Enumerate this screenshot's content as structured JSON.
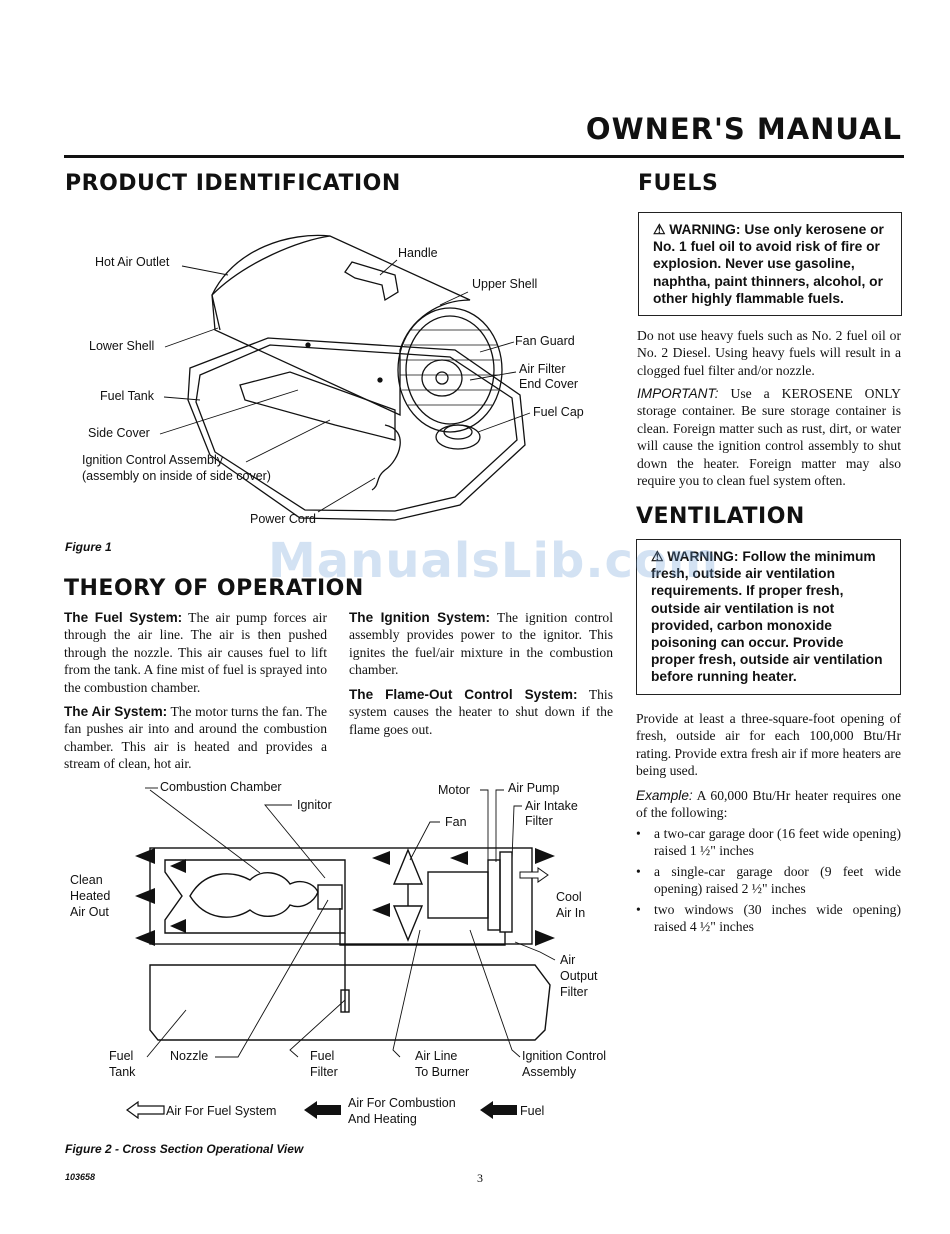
{
  "header": {
    "title": "OWNER'S MANUAL"
  },
  "sections": {
    "product_identification": "PRODUCT IDENTIFICATION",
    "theory_of_operation": "THEORY OF OPERATION",
    "fuels": "FUELS",
    "ventilation": "VENTILATION"
  },
  "figure1": {
    "caption": "Figure 1",
    "labels": {
      "handle": "Handle",
      "hot_air_outlet": "Hot Air Outlet",
      "upper_shell": "Upper Shell",
      "lower_shell": "Lower Shell",
      "fan_guard": "Fan Guard",
      "air_filter_1": "Air Filter",
      "air_filter_2": "End Cover",
      "fuel_tank": "Fuel Tank",
      "fuel_cap": "Fuel Cap",
      "side_cover": "Side Cover",
      "ignition_1": "Ignition Control Assembly",
      "ignition_2": "(assembly on inside of side cover)",
      "power_cord": "Power Cord"
    }
  },
  "theory": {
    "fuel_system_title": "The Fuel System:",
    "fuel_system_text": " The air pump forces air through the air line. The air is then pushed through the nozzle. This air causes fuel to lift from the tank. A fine mist of fuel is sprayed into the combustion chamber.",
    "air_system_title": "The Air System:",
    "air_system_text": " The motor turns the fan. The fan pushes air into and around the combustion chamber. This air is heated and provides a stream of clean, hot air.",
    "ignition_system_title": "The Ignition System:",
    "ignition_system_text": " The ignition control assembly provides power to the ignitor. This ignites the fuel/air mixture in the combustion chamber.",
    "flameout_title": "The Flame-Out Control System:",
    "flameout_text": " This system causes the heater to shut down if the flame goes out."
  },
  "figure2": {
    "caption": "Figure 2 - Cross Section Operational View",
    "labels": {
      "combustion_chamber": "Combustion Chamber",
      "ignitor": "Ignitor",
      "motor": "Motor",
      "air_pump": "Air Pump",
      "air_intake_1": "Air Intake",
      "air_intake_2": "Filter",
      "fan": "Fan",
      "clean_1": "Clean",
      "clean_2": "Heated",
      "clean_3": "Air Out",
      "cool_1": "Cool",
      "cool_2": "Air In",
      "air_output_1": "Air",
      "air_output_2": "Output",
      "air_output_3": "Filter",
      "fuel_tank_1": "Fuel",
      "fuel_tank_2": "Tank",
      "nozzle": "Nozzle",
      "fuel_filter_1": "Fuel",
      "fuel_filter_2": "Filter",
      "air_line_1": "Air Line",
      "air_line_2": "To Burner",
      "ignition_1": "Ignition Control",
      "ignition_2": "Assembly"
    },
    "legend": {
      "air_fuel_system": "Air For Fuel System",
      "air_combustion_1": "Air For Combustion",
      "air_combustion_2": "And Heating",
      "fuel": "Fuel"
    }
  },
  "fuels": {
    "warning": "WARNING: Use only kerosene or No. 1 fuel oil to avoid risk of fire or explosion. Never use gasoline, naphtha, paint thinners, alcohol, or other highly flammable fuels.",
    "p1": "Do not use heavy fuels such as No. 2 fuel oil or No. 2 Diesel. Using heavy fuels will result in a clogged fuel filter and/or nozzle.",
    "important_label": "IMPORTANT:",
    "important_text": " Use a KEROSENE ONLY storage container. Be sure storage container is clean. Foreign matter such as rust, dirt, or water will cause the ignition control assembly to shut down the heater. Foreign matter may also require you to clean fuel system often."
  },
  "ventilation": {
    "warning": "WARNING: Follow the minimum fresh, outside air ventilation requirements. If proper fresh, outside air ventilation is not provided, carbon monoxide poisoning can occur. Provide proper fresh, outside air ventilation before running heater.",
    "p1": "Provide at least a three-square-foot opening of fresh, outside air for each 100,000 Btu/Hr rating. Provide extra fresh air if more heaters are being used.",
    "example_label": "Example:",
    "example_text": " A 60,000 Btu/Hr heater requires one of the following:",
    "bullets": [
      "a two-car garage door (16 feet wide opening) raised 1 ½\" inches",
      "a single-car garage door (9 feet wide opening) raised 2 ½\" inches",
      "two windows (30 inches wide opening) raised 4 ½\" inches"
    ]
  },
  "footer": {
    "doc_number": "103658",
    "page_number": "3"
  },
  "watermark": "ManualsLib.com"
}
